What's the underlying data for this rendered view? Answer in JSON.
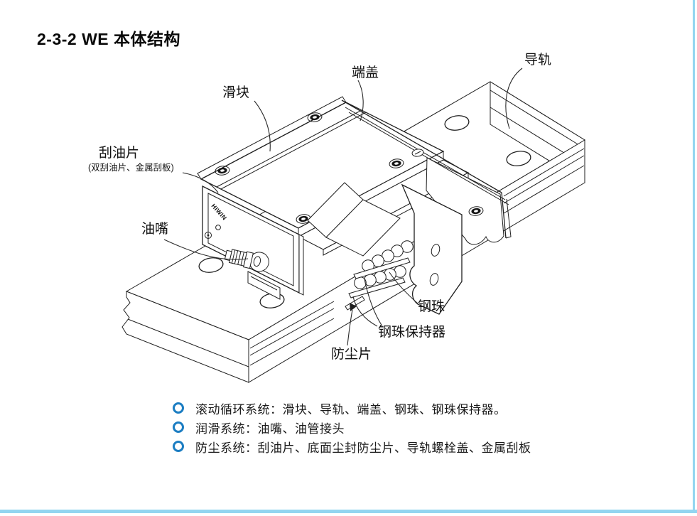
{
  "page": {
    "title": "2-3-2 WE 本体结构",
    "accent_color": "#1b7dc2",
    "border_color": "#93d5f0"
  },
  "diagram": {
    "labels": {
      "slider": "滑块",
      "end_cap": "端盖",
      "rail": "导轨",
      "scraper": "刮油片",
      "scraper_sub": "(双刮油片、金属刮板)",
      "grease_nipple": "油嘴",
      "steel_ball": "钢珠",
      "ball_retainer": "钢珠保持器",
      "dust_strip": "防尘片",
      "brand": "HIWIN"
    }
  },
  "legend": {
    "items": [
      "滚动循环系统：滑块、导轨、端盖、钢珠、钢珠保持器。",
      "润滑系统：油嘴、油管接头",
      "防尘系统：刮油片、底面尘封防尘片、导轨螺栓盖、金属刮板"
    ]
  }
}
